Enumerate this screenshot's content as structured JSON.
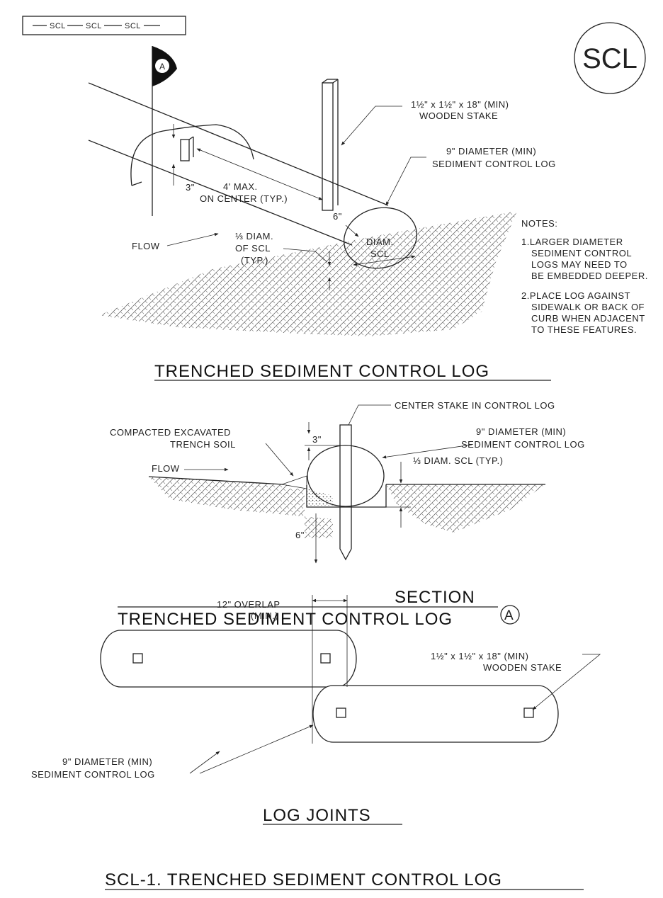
{
  "legend_box": {
    "line_label": "SCL"
  },
  "symbol": {
    "label": "SCL"
  },
  "section_marker": {
    "letter": "A"
  },
  "plan": {
    "stake_label_line1": "1½\" x 1½\" x 18\" (MIN)",
    "stake_label_line2": "WOODEN STAKE",
    "log_label_line1": "9\" DIAMETER (MIN)",
    "log_label_line2": "SEDIMENT CONTROL LOG",
    "dim_3in": "3\"",
    "spacing_line1": "4' MAX.",
    "spacing_line2": "ON CENTER (TYP.)",
    "dim_6in": "6\"",
    "diam_line1": "DIAM.",
    "diam_line2": "SCL",
    "flow": "FLOW",
    "third_line1": "⅓ DIAM.",
    "third_line2": "OF SCL",
    "third_line3": "(TYP.)",
    "title": "TRENCHED SEDIMENT CONTROL LOG"
  },
  "notes": {
    "heading": "NOTES:",
    "note1": [
      "1.LARGER DIAMETER",
      "SEDIMENT CONTROL",
      "LOGS MAY NEED TO",
      "BE EMBEDDED DEEPER."
    ],
    "note2": [
      "2.PLACE LOG AGAINST",
      "SIDEWALK OR BACK OF",
      "CURB WHEN ADJACENT",
      "TO THESE FEATURES."
    ]
  },
  "section": {
    "center_stake": "CENTER STAKE IN CONTROL LOG",
    "compacted_line1": "COMPACTED EXCAVATED",
    "compacted_line2": "TRENCH SOIL",
    "log_label_line1": "9\" DIAMETER (MIN)",
    "log_label_line2": "SEDIMENT CONTROL LOG",
    "flow": "FLOW",
    "third": "⅓ DIAM. SCL (TYP.)",
    "dim_3in": "3\"",
    "dim_6in": "6\"",
    "title_line1": "SECTION",
    "title_line2": "TRENCHED SEDIMENT CONTROL LOG",
    "marker": "A"
  },
  "joints": {
    "overlap_line1": "12\" OVERLAP",
    "overlap_line2": "(MIN.)",
    "stake_line1": "1½\" x 1½\" x 18\" (MIN)",
    "stake_line2": "WOODEN STAKE",
    "log_line1": "9\" DIAMETER (MIN)",
    "log_line2": "SEDIMENT CONTROL LOG",
    "title": "LOG JOINTS"
  },
  "sheet_title": "SCL-1. TRENCHED SEDIMENT CONTROL LOG"
}
